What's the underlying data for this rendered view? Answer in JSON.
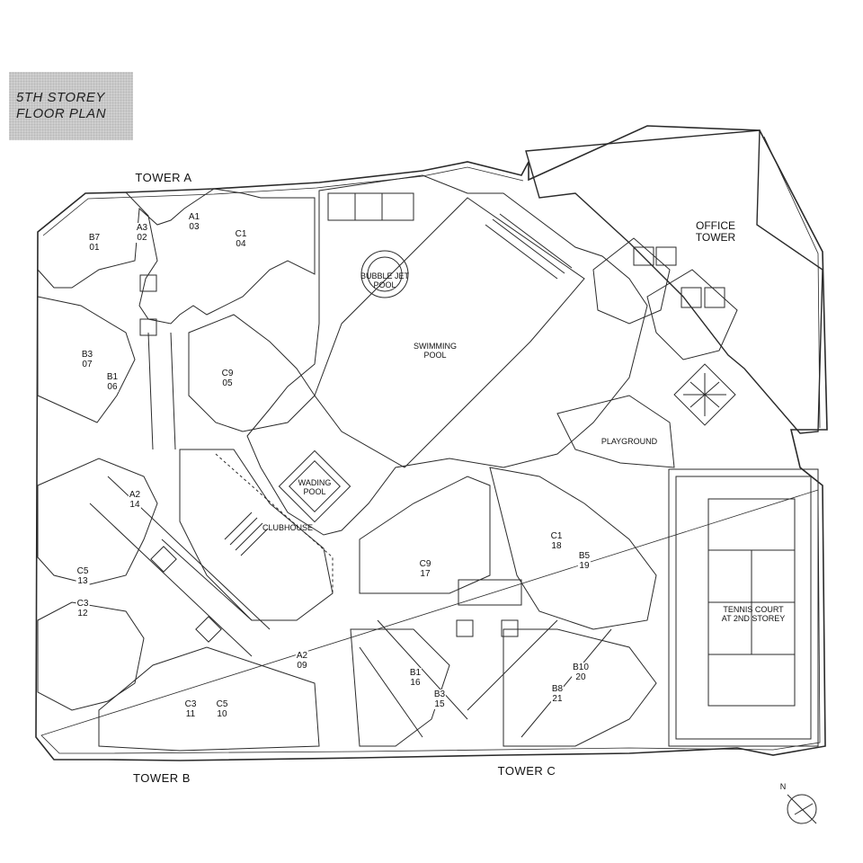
{
  "title": {
    "line1": "5TH  STOREY",
    "line2": "FLOOR PLAN"
  },
  "towers": {
    "a": "TOWER A",
    "b": "TOWER B",
    "c": "TOWER C",
    "office": [
      "OFFICE",
      "TOWER"
    ]
  },
  "amenities": {
    "bubble_jet": [
      "BUBBLE JET",
      "POOL"
    ],
    "swimming": [
      "SWIMMING",
      "POOL"
    ],
    "wading": [
      "WADING",
      "POOL"
    ],
    "clubhouse": "CLUBHOUSE",
    "playground": "PLAYGROUND",
    "tennis": [
      "TENNIS COURT",
      "AT 2ND STOREY"
    ]
  },
  "units": [
    {
      "type": "B7",
      "no": "01"
    },
    {
      "type": "A3",
      "no": "02"
    },
    {
      "type": "A1",
      "no": "03"
    },
    {
      "type": "C1",
      "no": "04"
    },
    {
      "type": "C9",
      "no": "05"
    },
    {
      "type": "B1",
      "no": "06"
    },
    {
      "type": "B3",
      "no": "07"
    },
    {
      "type": "A2",
      "no": "09"
    },
    {
      "type": "C5",
      "no": "10"
    },
    {
      "type": "C3",
      "no": "11"
    },
    {
      "type": "C3",
      "no": "12"
    },
    {
      "type": "C5",
      "no": "13"
    },
    {
      "type": "A2",
      "no": "14"
    },
    {
      "type": "B3",
      "no": "15"
    },
    {
      "type": "B1",
      "no": "16"
    },
    {
      "type": "C9",
      "no": "17"
    },
    {
      "type": "C1",
      "no": "18"
    },
    {
      "type": "B5",
      "no": "19"
    },
    {
      "type": "B10",
      "no": "20"
    },
    {
      "type": "B8",
      "no": "21"
    }
  ],
  "compass": {
    "north_label": "N"
  }
}
